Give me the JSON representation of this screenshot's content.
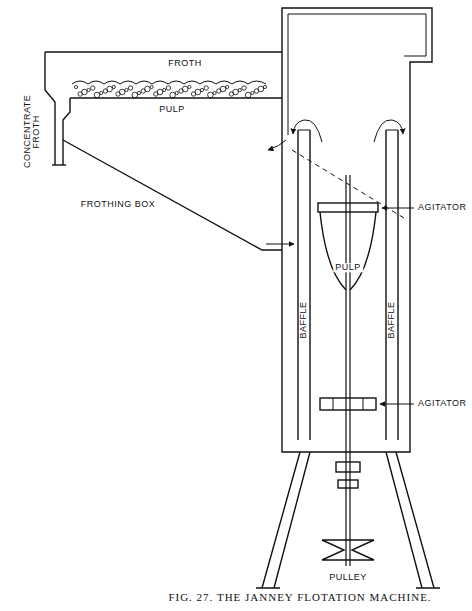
{
  "diagram": {
    "caption": "FIG. 27. THE JANNEY FLOTATION MACHINE.",
    "labels": [
      "FROTH",
      "PULP",
      "CONCENTRATE FROTH",
      "FROTHING BOX",
      "AGITATOR",
      "PULP",
      "BAFFLE",
      "BAFFLE",
      "AGITATOR",
      "PULLEY"
    ]
  }
}
